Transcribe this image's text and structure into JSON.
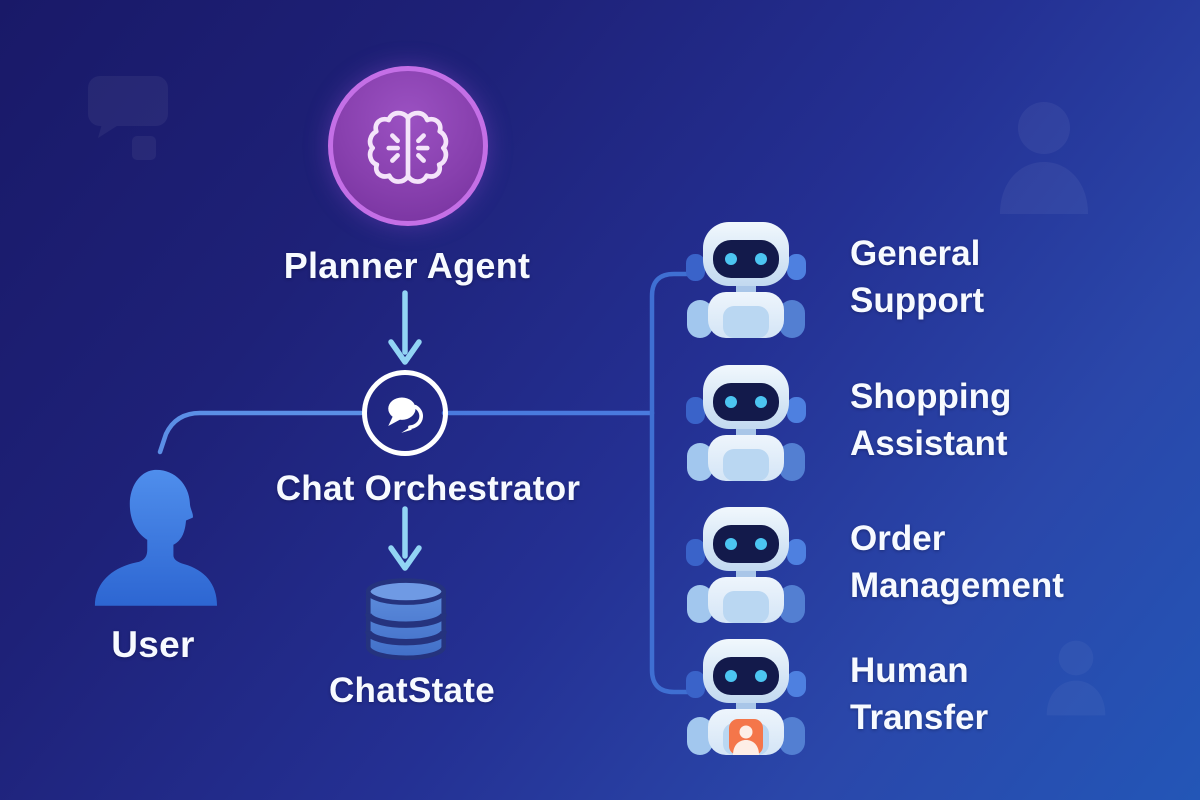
{
  "diagram": {
    "planner": {
      "label": "Planner Agent"
    },
    "orchestrator": {
      "label": "Chat Orchestrator"
    },
    "chatstate": {
      "label": "ChatState"
    },
    "user": {
      "label": "User"
    },
    "agents": [
      {
        "name": "general-support",
        "label_line1": "General",
        "label_line2": "Support"
      },
      {
        "name": "shopping-assistant",
        "label_line1": "Shopping",
        "label_line2": "Assistant"
      },
      {
        "name": "order-management",
        "label_line1": "Order",
        "label_line2": "Management"
      },
      {
        "name": "human-transfer",
        "label_line1": "Human",
        "label_line2": "Transfer"
      }
    ]
  },
  "icons": {
    "planner": "brain-icon",
    "orchestrator": "chat-bubbles-icon",
    "chatstate": "database-icon",
    "user": "person-silhouette-icon",
    "agents": "robot-icon",
    "human_transfer_badge": "person-badge-icon"
  },
  "colors": {
    "background_top_left": "#191968",
    "background_bottom_right": "#2356b7",
    "planner_ring": "#c46fe6",
    "planner_fill": "#8840ae",
    "brain_stroke": "#f4e4fa",
    "connector_blue": "#4273d8",
    "arrow_cyan": "#92d4f4",
    "text": "#f7faff",
    "robot_head": "#e9f3fb",
    "robot_face": "#131a4b",
    "robot_eyes": "#4cc5f1",
    "robot_ear": "#3a66cf",
    "db_fill": "#4a7cd4",
    "db_outline": "#25337e",
    "user_fill": "#3d7ae2",
    "human_badge_orange": "#f4764a"
  }
}
